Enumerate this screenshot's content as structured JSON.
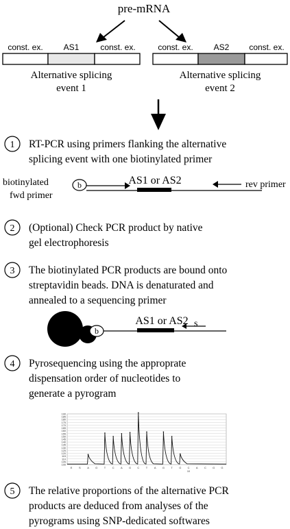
{
  "top": {
    "title": "pre-mRNA",
    "event1": {
      "exon_left": "const. ex.",
      "alt_exon": "AS1",
      "exon_right": "const. ex.",
      "caption_line1": "Alternative splicing",
      "caption_line2": "event 1",
      "alt_color": "#e8e8e8"
    },
    "event2": {
      "exon_left": "const. ex.",
      "alt_exon": "AS2",
      "exon_right": "const. ex.",
      "caption_line1": "Alternative splicing",
      "caption_line2": "event 2",
      "alt_color": "#9a9a9a"
    }
  },
  "steps": [
    {
      "number": "1",
      "line1": "RT-PCR using primers flanking the alternative",
      "line2": "splicing event with one biotinylated primer",
      "line3": ""
    },
    {
      "number": "2",
      "line1": "(Optional) Check PCR product by native",
      "line2": "gel electrophoresis",
      "line3": ""
    },
    {
      "number": "3",
      "line1": "The biotinylated PCR products are bound onto",
      "line2": "streptavidin beads. DNA is denaturated and",
      "line3": "annealed to a sequencing primer"
    },
    {
      "number": "4",
      "line1": "Pyrosequencing using the approprate",
      "line2": "dispensation order of nucleotides to",
      "line3": "generate a pyrogram"
    },
    {
      "number": "5",
      "line1": "The relative proportions of the alternative PCR",
      "line2": "products are deduced from analyses of the",
      "line3": "pyrograms using SNP-dedicated softwares"
    }
  ],
  "pcr_diagram": {
    "left_label_line1": "biotinylated",
    "left_label_line2": "fwd primer",
    "biotin": "b",
    "target": "AS1 or AS2",
    "right_label": "rev primer"
  },
  "bead_diagram": {
    "biotin": "b",
    "target": "AS1 or AS2",
    "primer": "s"
  },
  "pyrogram": {
    "y_ticks": [
      "100",
      "105",
      "110",
      "115",
      "120",
      "125",
      "130",
      "135",
      "140",
      "145",
      "150",
      "155",
      "160",
      "165",
      "170",
      "175",
      "180",
      "185",
      "190"
    ],
    "x_labels": [
      "E",
      "S",
      "A",
      "G",
      "T",
      "C",
      "A",
      "G",
      "C",
      "T",
      "A",
      "G",
      "T",
      "G",
      "C",
      "A",
      "C",
      "G",
      "G"
    ],
    "x_extra": "10",
    "peaks": [
      {
        "pos": 2,
        "value": 118
      },
      {
        "pos": 4,
        "value": 156
      },
      {
        "pos": 5,
        "value": 150
      },
      {
        "pos": 6,
        "value": 155
      },
      {
        "pos": 7,
        "value": 157
      },
      {
        "pos": 8,
        "value": 192
      },
      {
        "pos": 9,
        "value": 158
      },
      {
        "pos": 11,
        "value": 158
      },
      {
        "pos": 12,
        "value": 150
      },
      {
        "pos": 13,
        "value": 119
      }
    ]
  }
}
